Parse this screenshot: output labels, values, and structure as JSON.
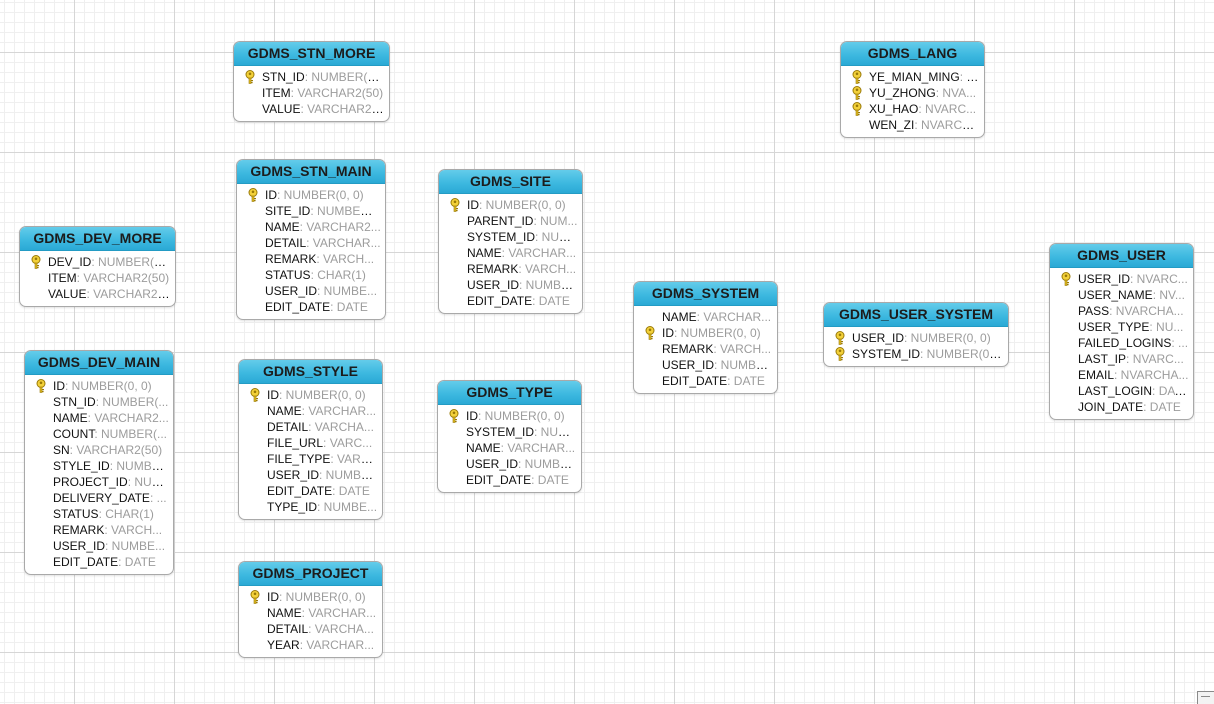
{
  "tables": [
    {
      "name": "GDMS_STN_MORE",
      "fields": [
        {
          "key": true,
          "name": "STN_ID",
          "type": ": NUMBER(0,..."
        },
        {
          "key": false,
          "name": "ITEM",
          "type": ": VARCHAR2(50)"
        },
        {
          "key": false,
          "name": "VALUE",
          "type": ": VARCHAR2(..."
        }
      ]
    },
    {
      "name": "GDMS_STN_MAIN",
      "fields": [
        {
          "key": true,
          "name": "ID",
          "type": ": NUMBER(0, 0)"
        },
        {
          "key": false,
          "name": "SITE_ID",
          "type": ": NUMBER(..."
        },
        {
          "key": false,
          "name": "NAME",
          "type": ": VARCHAR2..."
        },
        {
          "key": false,
          "name": "DETAIL",
          "type": ": VARCHAR..."
        },
        {
          "key": false,
          "name": "REMARK",
          "type": ": VARCH..."
        },
        {
          "key": false,
          "name": "STATUS",
          "type": ": CHAR(1)"
        },
        {
          "key": false,
          "name": "USER_ID",
          "type": ": NUMBE..."
        },
        {
          "key": false,
          "name": "EDIT_DATE",
          "type": ": DATE"
        }
      ]
    },
    {
      "name": "GDMS_DEV_MORE",
      "fields": [
        {
          "key": true,
          "name": "DEV_ID",
          "type": ": NUMBER(0,..."
        },
        {
          "key": false,
          "name": "ITEM",
          "type": ": VARCHAR2(50)"
        },
        {
          "key": false,
          "name": "VALUE",
          "type": ": VARCHAR2(..."
        }
      ]
    },
    {
      "name": "GDMS_DEV_MAIN",
      "fields": [
        {
          "key": true,
          "name": "ID",
          "type": ": NUMBER(0, 0)"
        },
        {
          "key": false,
          "name": "STN_ID",
          "type": ": NUMBER(..."
        },
        {
          "key": false,
          "name": "NAME",
          "type": ": VARCHAR2..."
        },
        {
          "key": false,
          "name": "COUNT",
          "type": ": NUMBER(..."
        },
        {
          "key": false,
          "name": "SN",
          "type": ": VARCHAR2(50)"
        },
        {
          "key": false,
          "name": "STYLE_ID",
          "type": ": NUMBE..."
        },
        {
          "key": false,
          "name": "PROJECT_ID",
          "type": ": NUM..."
        },
        {
          "key": false,
          "name": "DELIVERY_DATE",
          "type": ": ..."
        },
        {
          "key": false,
          "name": "STATUS",
          "type": ": CHAR(1)"
        },
        {
          "key": false,
          "name": "REMARK",
          "type": ": VARCH..."
        },
        {
          "key": false,
          "name": "USER_ID",
          "type": ": NUMBE..."
        },
        {
          "key": false,
          "name": "EDIT_DATE",
          "type": ": DATE"
        }
      ]
    },
    {
      "name": "GDMS_SITE",
      "fields": [
        {
          "key": true,
          "name": "ID",
          "type": ": NUMBER(0, 0)"
        },
        {
          "key": false,
          "name": "PARENT_ID",
          "type": ": NUM..."
        },
        {
          "key": false,
          "name": "SYSTEM_ID",
          "type": ": NUM..."
        },
        {
          "key": false,
          "name": "NAME",
          "type": ": VARCHAR..."
        },
        {
          "key": false,
          "name": "REMARK",
          "type": ": VARCH..."
        },
        {
          "key": false,
          "name": "USER_ID",
          "type": ": NUMBE..."
        },
        {
          "key": false,
          "name": "EDIT_DATE",
          "type": ": DATE"
        }
      ]
    },
    {
      "name": "GDMS_STYLE",
      "fields": [
        {
          "key": true,
          "name": "ID",
          "type": ": NUMBER(0, 0)"
        },
        {
          "key": false,
          "name": "NAME",
          "type": ": VARCHAR..."
        },
        {
          "key": false,
          "name": "DETAIL",
          "type": ": VARCHA..."
        },
        {
          "key": false,
          "name": "FILE_URL",
          "type": ": VARC..."
        },
        {
          "key": false,
          "name": "FILE_TYPE",
          "type": ": VARC..."
        },
        {
          "key": false,
          "name": "USER_ID",
          "type": ": NUMBE..."
        },
        {
          "key": false,
          "name": "EDIT_DATE",
          "type": ": DATE"
        },
        {
          "key": false,
          "name": "TYPE_ID",
          "type": ": NUMBE..."
        }
      ]
    },
    {
      "name": "GDMS_TYPE",
      "fields": [
        {
          "key": true,
          "name": "ID",
          "type": ": NUMBER(0, 0)"
        },
        {
          "key": false,
          "name": "SYSTEM_ID",
          "type": ": NUM..."
        },
        {
          "key": false,
          "name": "NAME",
          "type": ": VARCHAR..."
        },
        {
          "key": false,
          "name": "USER_ID",
          "type": ": NUMBE..."
        },
        {
          "key": false,
          "name": "EDIT_DATE",
          "type": ": DATE"
        }
      ]
    },
    {
      "name": "GDMS_PROJECT",
      "fields": [
        {
          "key": true,
          "name": "ID",
          "type": ": NUMBER(0, 0)"
        },
        {
          "key": false,
          "name": "NAME",
          "type": ": VARCHAR..."
        },
        {
          "key": false,
          "name": "DETAIL",
          "type": ": VARCHA..."
        },
        {
          "key": false,
          "name": "YEAR",
          "type": ": VARCHAR..."
        }
      ]
    },
    {
      "name": "GDMS_SYSTEM",
      "fields": [
        {
          "key": false,
          "name": "NAME",
          "type": ": VARCHAR..."
        },
        {
          "key": true,
          "name": "ID",
          "type": ": NUMBER(0, 0)"
        },
        {
          "key": false,
          "name": "REMARK",
          "type": ": VARCH..."
        },
        {
          "key": false,
          "name": "USER_ID",
          "type": ": NUMBE..."
        },
        {
          "key": false,
          "name": "EDIT_DATE",
          "type": ": DATE"
        }
      ]
    },
    {
      "name": "GDMS_LANG",
      "fields": [
        {
          "key": true,
          "name": "YE_MIAN_MING",
          "type": ": N..."
        },
        {
          "key": true,
          "name": "YU_ZHONG",
          "type": ": NVA..."
        },
        {
          "key": true,
          "name": "XU_HAO",
          "type": ": NVARC..."
        },
        {
          "key": false,
          "name": "WEN_ZI",
          "type": ": NVARCH..."
        }
      ]
    },
    {
      "name": "GDMS_USER_SYSTEM",
      "fields": [
        {
          "key": true,
          "name": "USER_ID",
          "type": ": NUMBER(0, 0)"
        },
        {
          "key": true,
          "name": "SYSTEM_ID",
          "type": ": NUMBER(0, 0)"
        }
      ]
    },
    {
      "name": "GDMS_USER",
      "fields": [
        {
          "key": true,
          "name": "USER_ID",
          "type": ": NVARC..."
        },
        {
          "key": false,
          "name": "USER_NAME",
          "type": ": NV..."
        },
        {
          "key": false,
          "name": "PASS",
          "type": ": NVARCHA..."
        },
        {
          "key": false,
          "name": "USER_TYPE",
          "type": ": NU..."
        },
        {
          "key": false,
          "name": "FAILED_LOGINS",
          "type": ": ..."
        },
        {
          "key": false,
          "name": "LAST_IP",
          "type": ": NVARC..."
        },
        {
          "key": false,
          "name": "EMAIL",
          "type": ": NVARCHA..."
        },
        {
          "key": false,
          "name": "LAST_LOGIN",
          "type": ": DATE"
        },
        {
          "key": false,
          "name": "JOIN_DATE",
          "type": ": DATE"
        }
      ]
    }
  ]
}
